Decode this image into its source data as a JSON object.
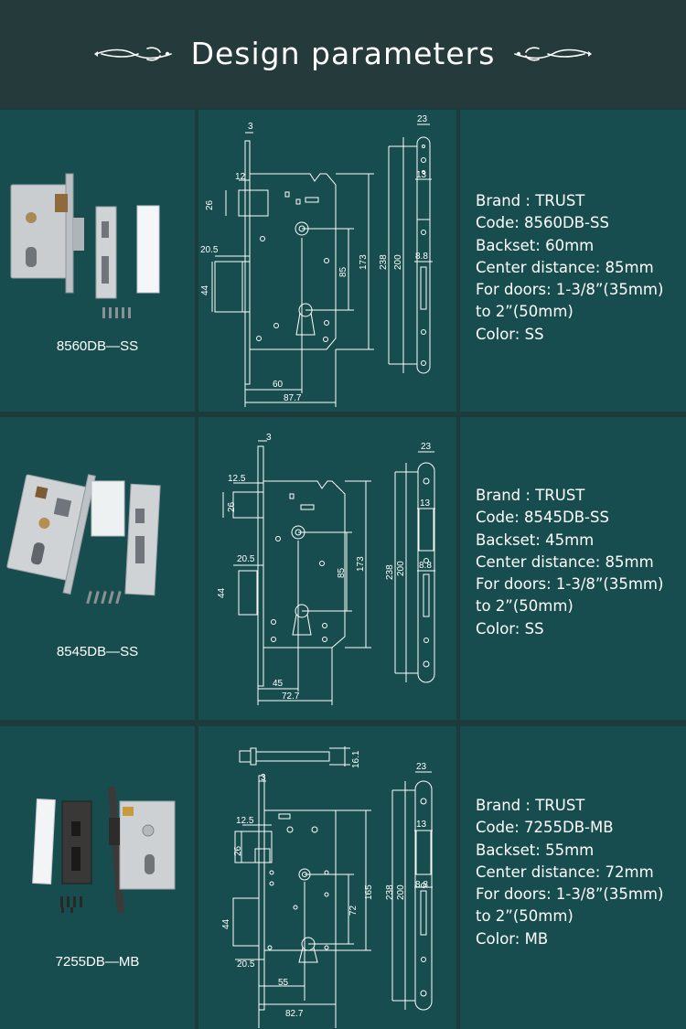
{
  "header": {
    "title": "Design parameters"
  },
  "products": [
    {
      "model": "8560DB—SS",
      "drawing": {
        "d3": "3",
        "d12": "12",
        "d26": "26",
        "d205": "20.5",
        "d44": "44",
        "d85": "85",
        "d173": "173",
        "d238": "238",
        "d200": "200",
        "d60": "60",
        "d877": "87.7",
        "d23": "23",
        "d13": "13",
        "d88": "8.8"
      },
      "specs": {
        "brand": "Brand : TRUST",
        "code": "Code: 8560DB-SS",
        "backset": "Backset: 60mm",
        "center": "Center distance: 85mm",
        "doors": "For doors: 1-3/8”(35mm)",
        "doors2": "to 2”(50mm)",
        "color": "Color: SS"
      }
    },
    {
      "model": "8545DB—SS",
      "drawing": {
        "d3": "3",
        "d125": "12.5",
        "d26": "26",
        "d205": "20.5",
        "d44": "44",
        "d85": "85",
        "d173": "173",
        "d238": "238",
        "d200": "200",
        "d45": "45",
        "d727": "72.7",
        "d23": "23",
        "d13": "13",
        "d88": "8.8"
      },
      "specs": {
        "brand": "Brand : TRUST",
        "code": "Code: 8545DB-SS",
        "backset": "Backset: 45mm",
        "center": "Center distance: 85mm",
        "doors": "For doors: 1-3/8”(35mm)",
        "doors2": "to 2”(50mm)",
        "color": "Color: SS"
      }
    },
    {
      "model": "7255DB—MB",
      "drawing": {
        "d161": "16.1",
        "d3": "3",
        "d125": "12.5",
        "d26": "26",
        "d44": "44",
        "d205": "20.5",
        "d72": "72",
        "d165": "165",
        "d238": "238",
        "d200": "200",
        "d55": "55",
        "d827": "82.7",
        "d23": "23",
        "d13": "13",
        "d88": "8.8"
      },
      "specs": {
        "brand": "Brand : TRUST",
        "code": "Code: 7255DB-MB",
        "backset": "Backset: 55mm",
        "center": "Center distance: 72mm",
        "doors": "For doors: 1-3/8”(35mm)",
        "doors2": "to 2”(50mm)",
        "color": "Color: MB"
      }
    }
  ]
}
